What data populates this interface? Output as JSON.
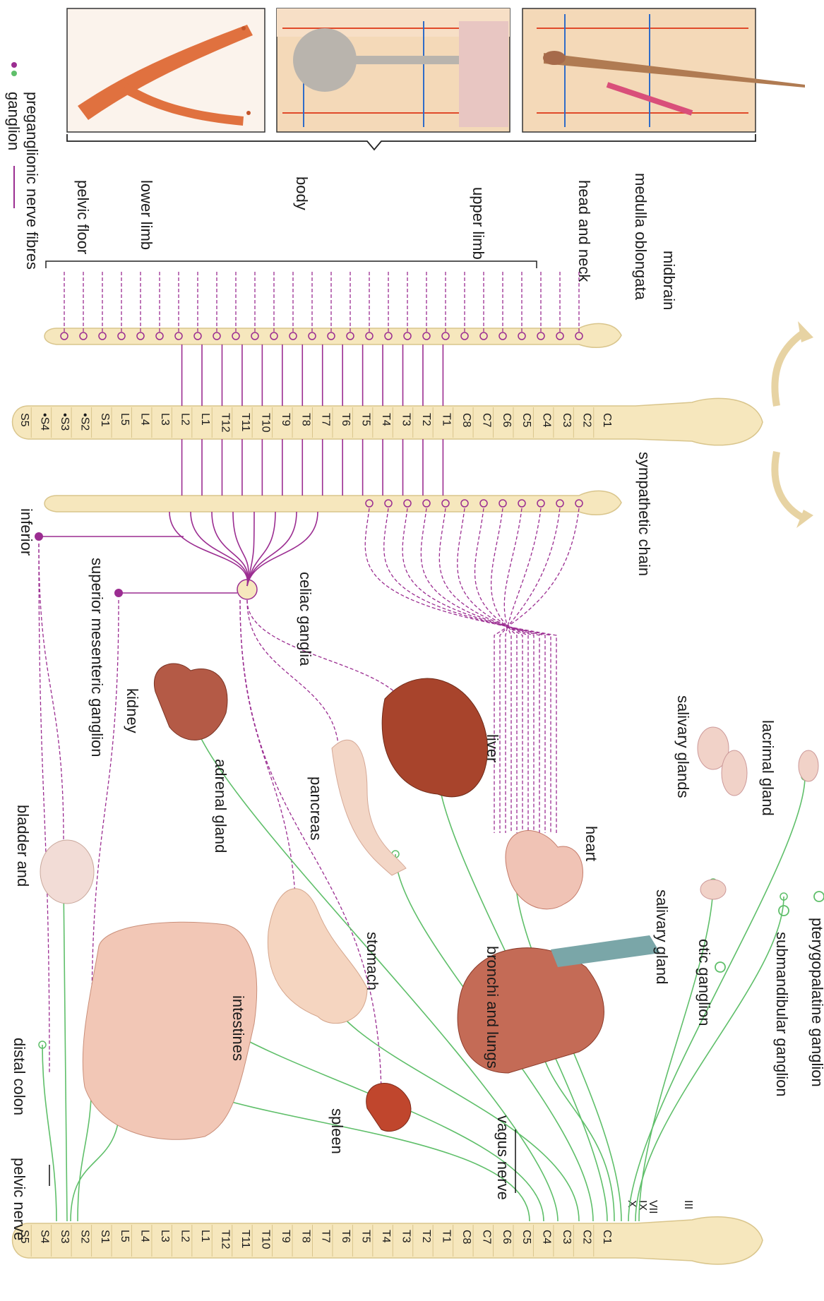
{
  "colors": {
    "sympathetic": "#9b2d91",
    "parasympathetic": "#5fbf6a",
    "cord_fill": "#f6e7bd",
    "cord_stroke": "#d9c58c",
    "text": "#1a1a1a",
    "organ": "#e9a994",
    "organ_dark": "#b5452c",
    "arrow": "#e7d3a3"
  },
  "legend": {
    "ganglion": "ganglion",
    "preganglionic": "preganglionic nerve fibres"
  },
  "cns_labels": {
    "midbrain": "midbrain",
    "medulla": "medulla oblongata",
    "sympathetic_chain": "sympathetic chain"
  },
  "sympathetic_segments": [
    "C1",
    "C2",
    "C3",
    "C4",
    "C5",
    "C6",
    "C7",
    "C8",
    "T1",
    "T2",
    "T3",
    "T4",
    "T5",
    "T6",
    "T7",
    "T8",
    "T9",
    "T10",
    "T11",
    "T12",
    "L1",
    "L2",
    "L3",
    "L4",
    "L5",
    "S1",
    "•S2",
    "•S3",
    "•S4",
    "S5"
  ],
  "parasympathetic_segments": [
    "C1",
    "C2",
    "C3",
    "C4",
    "C5",
    "C6",
    "C7",
    "C8",
    "T1",
    "T2",
    "T3",
    "T4",
    "T5",
    "T6",
    "T7",
    "T8",
    "T9",
    "T10",
    "T11",
    "T12",
    "L1",
    "L2",
    "L3",
    "L4",
    "L5",
    "S1",
    "S2",
    "S3",
    "S4",
    "S5"
  ],
  "cranial_nerves": [
    "III",
    "VII",
    "IX",
    "X"
  ],
  "body_regions": [
    "head and neck",
    "upper limb",
    "body",
    "lower limb",
    "pelvic floor"
  ],
  "ganglia": {
    "celiac": "celiac ganglia",
    "superior_mesenteric": "superior mesenteric ganglion",
    "inferior": "inferior",
    "otic": "otic ganglion",
    "submandibular": "submandibular ganglion",
    "pterygopalatine": "pterygopalatine ganglion"
  },
  "organs": {
    "lacrimal": "lacrimal gland",
    "salivary_glands": "salivary glands",
    "salivary_gland": "salivary gland",
    "heart": "heart",
    "bronchi": "bronchi and lungs",
    "liver": "liver",
    "pancreas": "pancreas",
    "stomach": "stomach",
    "spleen": "spleen",
    "adrenal": "adrenal gland",
    "kidney": "kidney",
    "intestines": "intestines",
    "distal_colon": "distal colon",
    "bladder": "bladder and"
  },
  "nerves": {
    "vagus": "vagus nerve",
    "pelvic": "pelvic nerve"
  }
}
